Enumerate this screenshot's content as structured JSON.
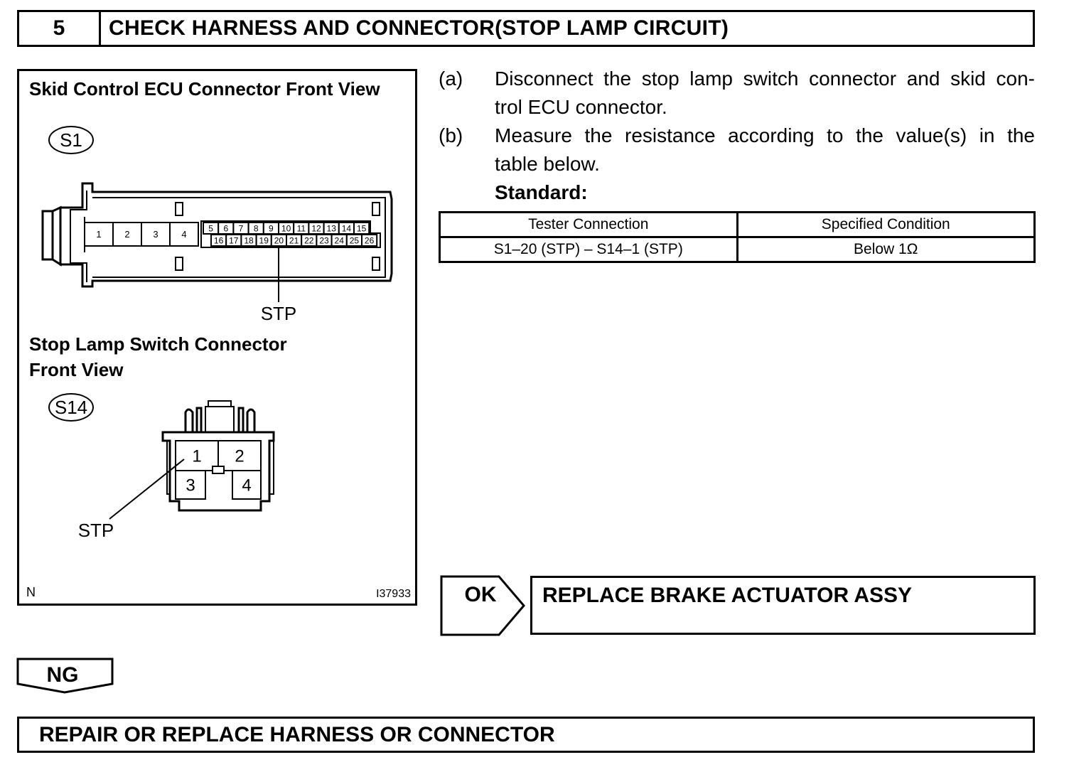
{
  "step": {
    "number": "5",
    "title": "CHECK HARNESS AND CONNECTOR(STOP LAMP CIRCUIT)"
  },
  "figure": {
    "title_ecu": "Skid Control ECU Connector Front View",
    "connector_s1": "S1",
    "s1_large_pins": [
      "1",
      "2",
      "3",
      "4"
    ],
    "s1_top_row": [
      "5",
      "6",
      "7",
      "8",
      "9",
      "10",
      "11",
      "12",
      "13",
      "14",
      "15"
    ],
    "s1_bottom_row": [
      "16",
      "17",
      "18",
      "19",
      "20",
      "21",
      "22",
      "23",
      "24",
      "25",
      "26"
    ],
    "stp_label_ecu": "STP",
    "title_switch_line1": "Stop Lamp Switch Connector",
    "title_switch_line2": "Front View",
    "connector_s14": "S14",
    "s14_pins": [
      "1",
      "2",
      "3",
      "4"
    ],
    "stp_label_switch": "STP",
    "corner_mark": "N",
    "figure_id": "I37933"
  },
  "instructions": [
    {
      "label": "(a)",
      "line1": "Disconnect the stop lamp switch connector and skid con-",
      "line2": "trol ECU connector."
    },
    {
      "label": "(b)",
      "line1": "Measure the resistance according to the value(s) in the",
      "line2": "table below."
    }
  ],
  "standard_label": "Standard:",
  "table": {
    "headers": [
      "Tester Connection",
      "Specified Condition"
    ],
    "rows": [
      [
        "S1–20 (STP) – S14–1 (STP)",
        "Below 1Ω"
      ]
    ]
  },
  "ok": {
    "label": "OK",
    "action": "REPLACE BRAKE ACTUATOR ASSY"
  },
  "ng": {
    "label": "NG",
    "action": "REPAIR OR REPLACE HARNESS OR CONNECTOR"
  }
}
